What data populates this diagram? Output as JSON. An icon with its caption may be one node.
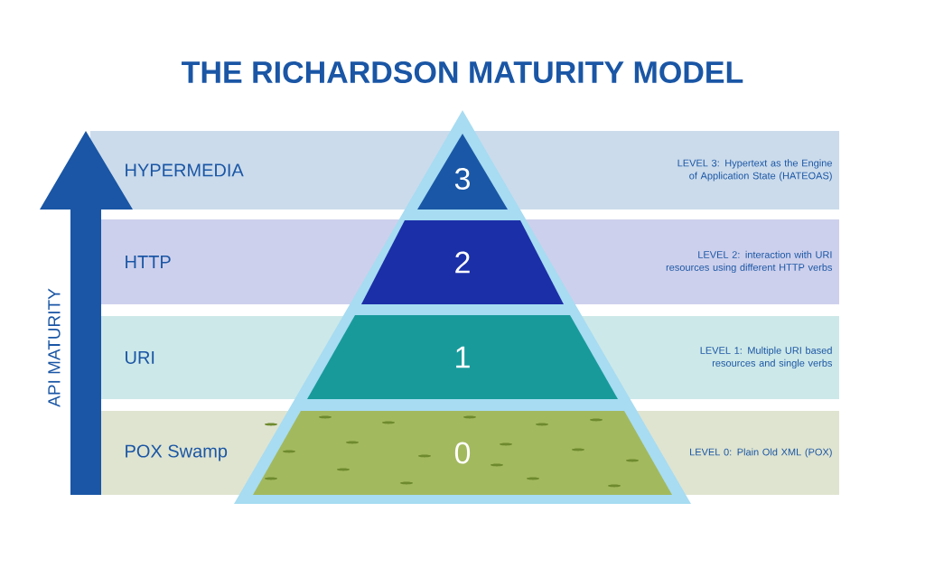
{
  "diagram": {
    "title": "THE RICHARDSON MATURITY MODEL",
    "nodes": [
      {
        "text": [
          "HYPERMEDIA",
          "LEVEL 3: Hypertext as the Engine of Application State (HATEOAS)"
        ]
      },
      {
        "text": [
          "3"
        ],
        "in": 0
      },
      {
        "text": [
          "HTTP",
          "LEVEL 2: interaction with URI resources using different HTTP verbs"
        ]
      },
      {
        "text": [
          "2"
        ],
        "in": 2
      },
      {
        "text": [
          "URI",
          "LEVEL 1: Multiple URI based resources and single verbs"
        ]
      },
      {
        "text": [
          "1"
        ],
        "in": 4
      },
      {
        "text": [
          "POX Swamp",
          "LEVEL 0: Plain Old XML (POX)"
        ]
      },
      {
        "text": [
          "0"
        ],
        "in": 6
      }
    ],
    "labels": [
      "API MATURITY"
    ]
  }
}
